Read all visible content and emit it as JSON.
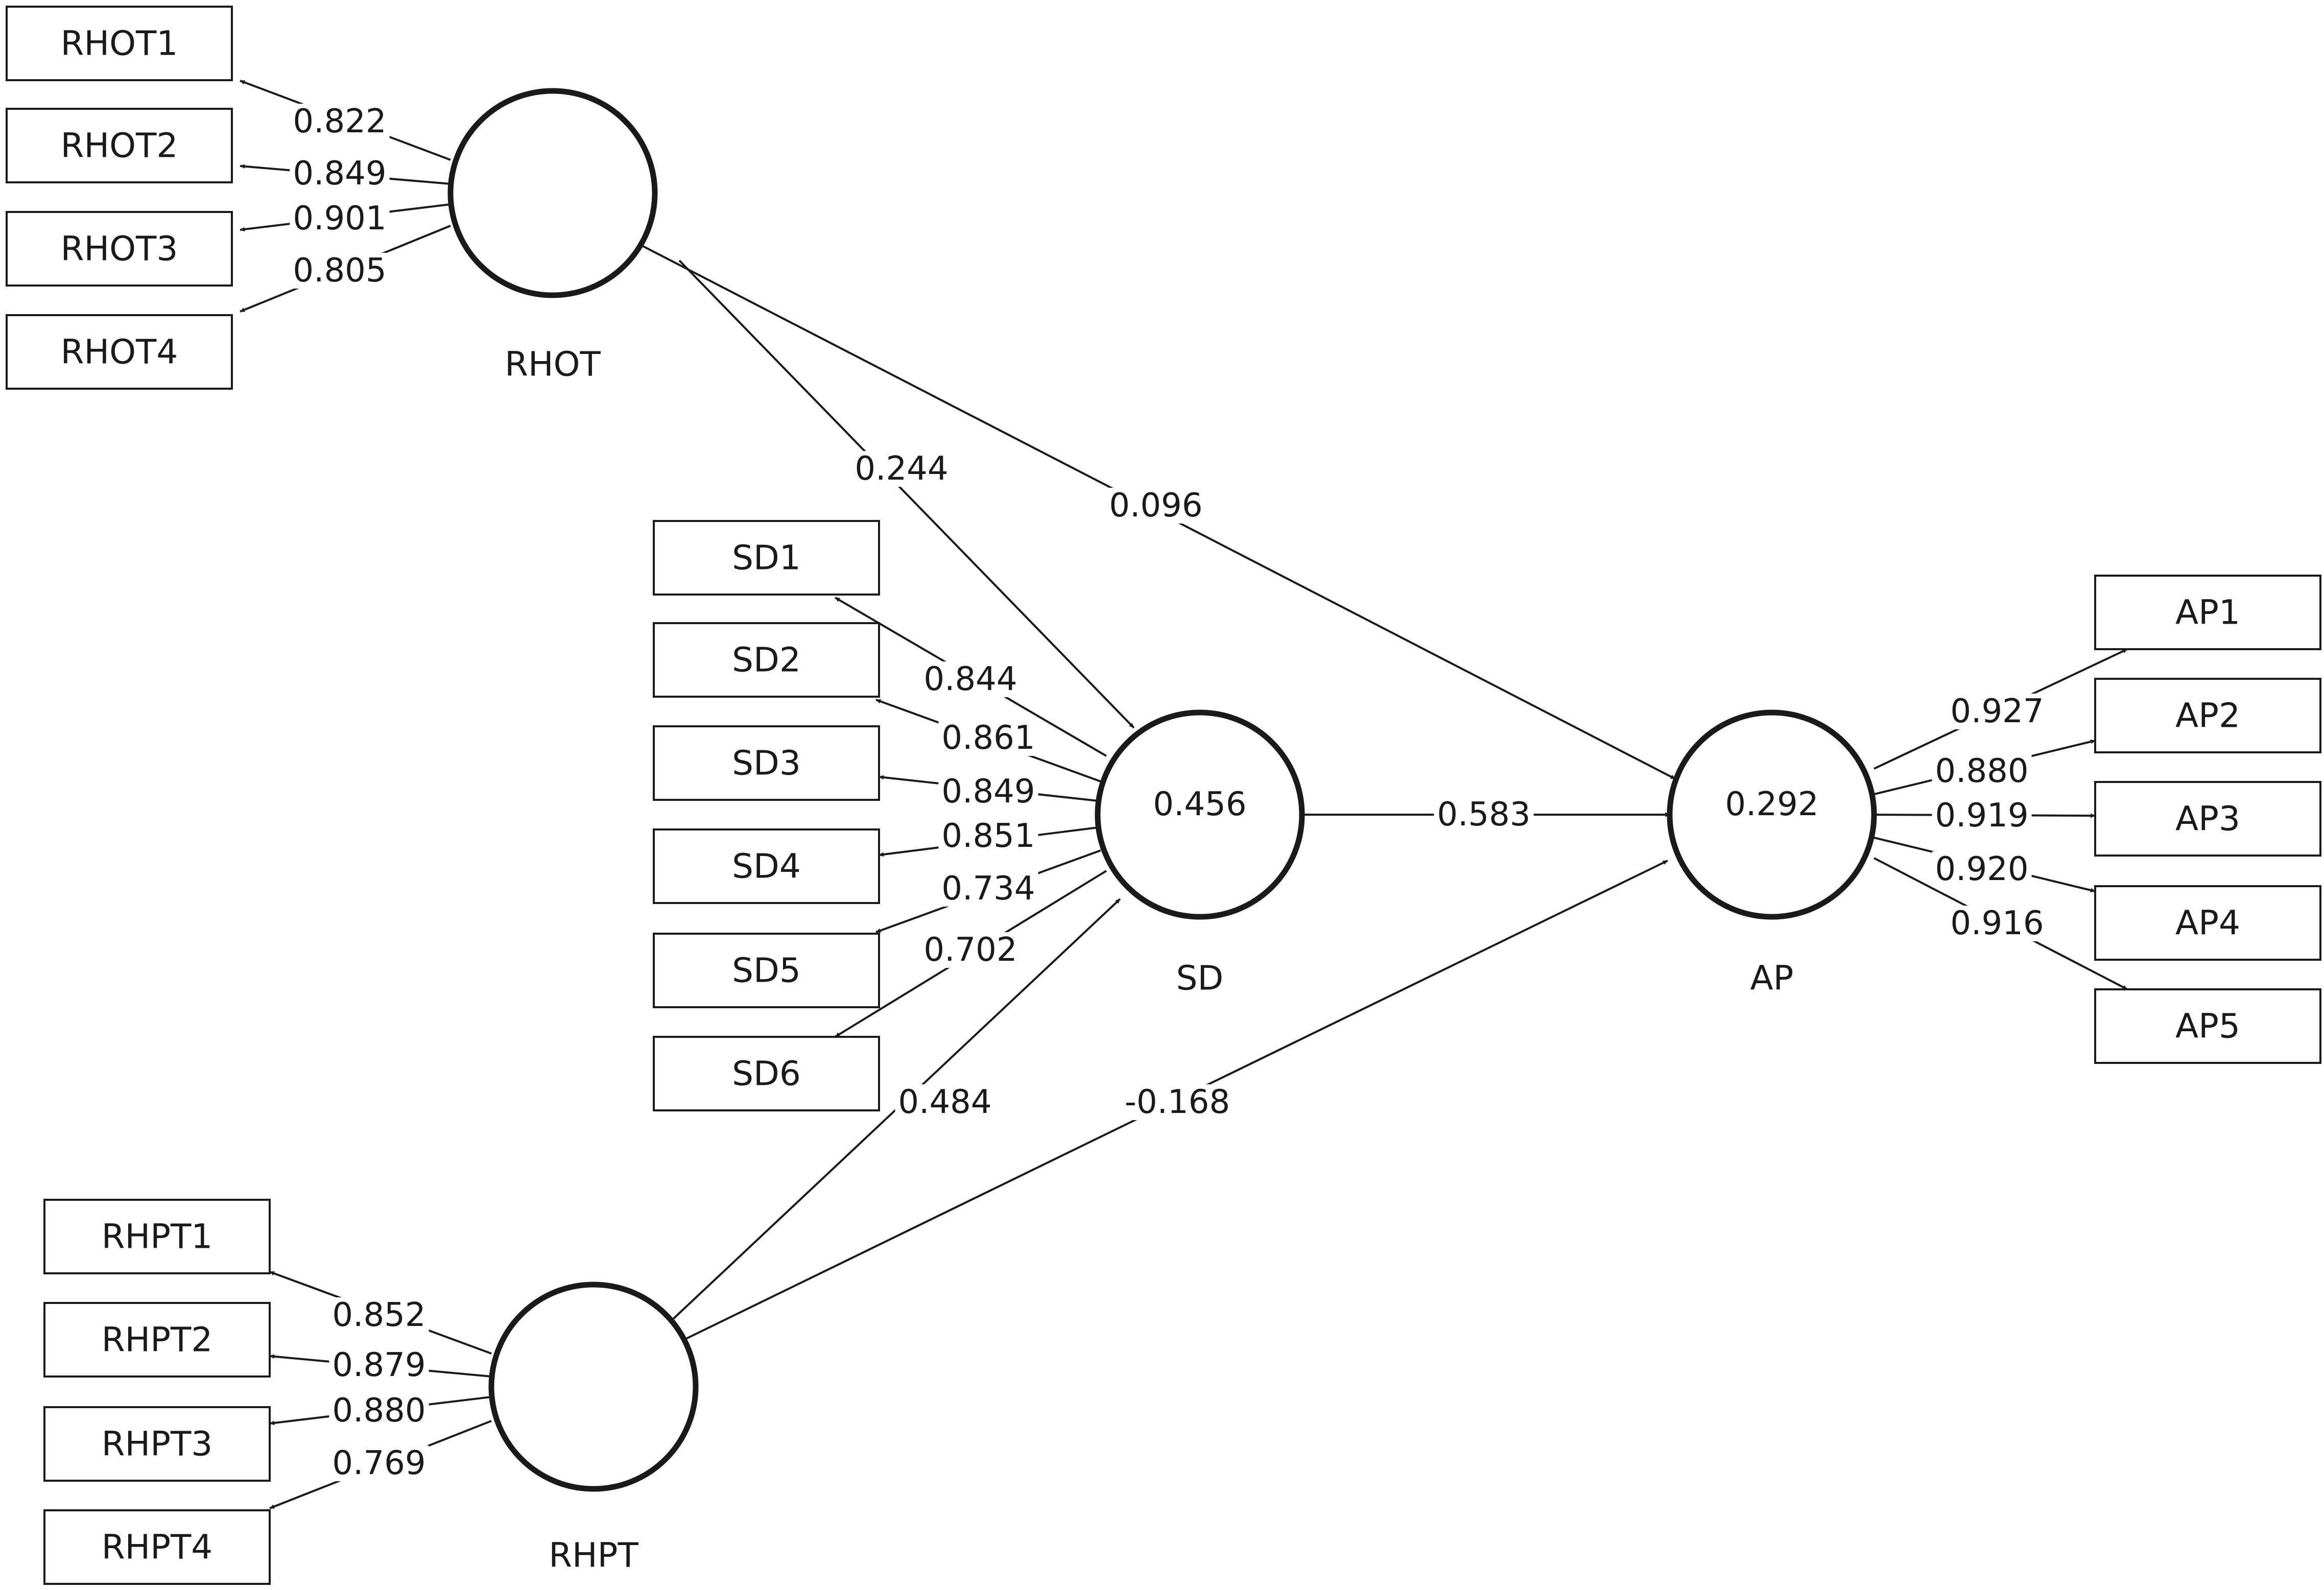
{
  "constructs": [
    {
      "id": "RHOT",
      "label": "RHOT",
      "r2": ""
    },
    {
      "id": "RHPT",
      "label": "RHPT",
      "r2": ""
    },
    {
      "id": "SD",
      "label": "SD",
      "r2": "0.456"
    },
    {
      "id": "AP",
      "label": "AP",
      "r2": "0.292"
    }
  ],
  "indicators": [
    {
      "id": "RHOT1",
      "label": "RHOT1",
      "construct": "RHOT",
      "loading": "0.822"
    },
    {
      "id": "RHOT2",
      "label": "RHOT2",
      "construct": "RHOT",
      "loading": "0.849"
    },
    {
      "id": "RHOT3",
      "label": "RHOT3",
      "construct": "RHOT",
      "loading": "0.901"
    },
    {
      "id": "RHOT4",
      "label": "RHOT4",
      "construct": "RHOT",
      "loading": "0.805"
    },
    {
      "id": "SD1",
      "label": "SD1",
      "construct": "SD",
      "loading": "0.844"
    },
    {
      "id": "SD2",
      "label": "SD2",
      "construct": "SD",
      "loading": "0.861"
    },
    {
      "id": "SD3",
      "label": "SD3",
      "construct": "SD",
      "loading": "0.849"
    },
    {
      "id": "SD4",
      "label": "SD4",
      "construct": "SD",
      "loading": "0.851"
    },
    {
      "id": "SD5",
      "label": "SD5",
      "construct": "SD",
      "loading": "0.734"
    },
    {
      "id": "SD6",
      "label": "SD6",
      "construct": "SD",
      "loading": "0.702"
    },
    {
      "id": "RHPT1",
      "label": "RHPT1",
      "construct": "RHPT",
      "loading": "0.852"
    },
    {
      "id": "RHPT2",
      "label": "RHPT2",
      "construct": "RHPT",
      "loading": "0.879"
    },
    {
      "id": "RHPT3",
      "label": "RHPT3",
      "construct": "RHPT",
      "loading": "0.880"
    },
    {
      "id": "RHPT4",
      "label": "RHPT4",
      "construct": "RHPT",
      "loading": "0.769"
    },
    {
      "id": "AP1",
      "label": "AP1",
      "construct": "AP",
      "loading": "0.927"
    },
    {
      "id": "AP2",
      "label": "AP2",
      "construct": "AP",
      "loading": "0.880"
    },
    {
      "id": "AP3",
      "label": "AP3",
      "construct": "AP",
      "loading": "0.919"
    },
    {
      "id": "AP4",
      "label": "AP4",
      "construct": "AP",
      "loading": "0.920"
    },
    {
      "id": "AP5",
      "label": "AP5",
      "construct": "AP",
      "loading": "0.916"
    }
  ],
  "paths": [
    {
      "from": "RHOT",
      "to": "SD",
      "coef": "0.244"
    },
    {
      "from": "RHOT",
      "to": "AP",
      "coef": "0.096"
    },
    {
      "from": "SD",
      "to": "AP",
      "coef": "0.583"
    },
    {
      "from": "RHPT",
      "to": "SD",
      "coef": "0.484"
    },
    {
      "from": "RHPT",
      "to": "AP",
      "coef": "-0.168"
    }
  ],
  "colors": {
    "stroke": "#1a1a1a",
    "text": "#1a1a1a",
    "background": "#ffffff"
  }
}
